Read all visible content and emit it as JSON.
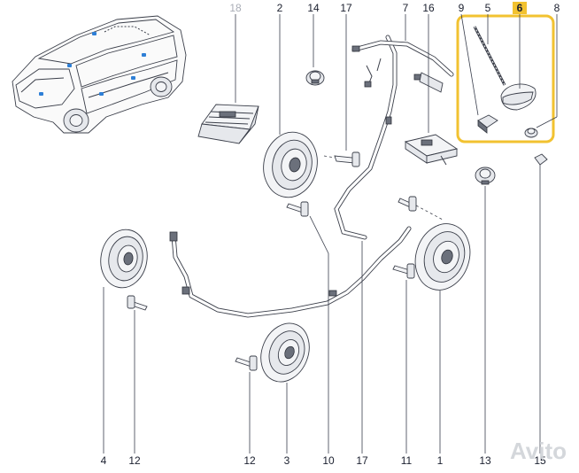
{
  "callouts": {
    "top": [
      {
        "id": "c18",
        "text": "18",
        "faded": true
      },
      {
        "id": "c2",
        "text": "2"
      },
      {
        "id": "c14",
        "text": "14"
      },
      {
        "id": "c17t",
        "text": "17"
      },
      {
        "id": "c7",
        "text": "7"
      },
      {
        "id": "c16",
        "text": "16"
      },
      {
        "id": "c9",
        "text": "9"
      },
      {
        "id": "c5",
        "text": "5"
      },
      {
        "id": "c6",
        "text": "6",
        "highlight": true
      },
      {
        "id": "c8",
        "text": "8"
      }
    ],
    "bottom": [
      {
        "id": "b4",
        "text": "4"
      },
      {
        "id": "b12a",
        "text": "12"
      },
      {
        "id": "b12b",
        "text": "12"
      },
      {
        "id": "b3",
        "text": "3"
      },
      {
        "id": "b10",
        "text": "10"
      },
      {
        "id": "b17",
        "text": "17"
      },
      {
        "id": "b11",
        "text": "11"
      },
      {
        "id": "b1",
        "text": "1"
      },
      {
        "id": "b13",
        "text": "13"
      },
      {
        "id": "b15",
        "text": "15"
      }
    ]
  },
  "highlight": {
    "color": "#f2c230",
    "part": "6"
  },
  "watermark": "Avito",
  "colors": {
    "line": "#3b3f4a",
    "label": "#1a1f2e",
    "faded_label": "#a9adb6",
    "car_accent": "#2e7fd6"
  }
}
